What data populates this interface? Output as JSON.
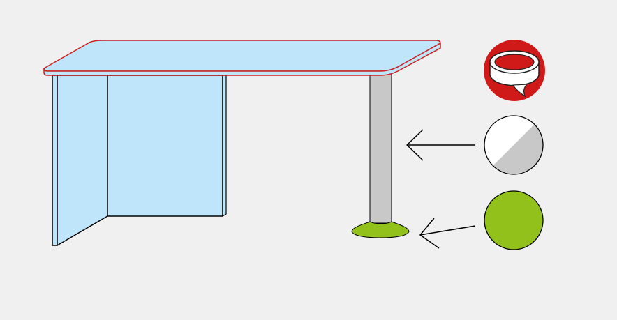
{
  "colors": {
    "background": "#f0f0f0",
    "panel_fill": "#bee5fa",
    "edge_band": "#cc1f1f",
    "leg_metal": "#c8c8c8",
    "foot_green": "#92c11c",
    "outline": "#000000",
    "icon_red": "#d01919",
    "icon_white": "#ffffff"
  },
  "diagram": {
    "subject": "desk",
    "parts": [
      {
        "id": "top",
        "material": "panel",
        "edge": "red-edge-band"
      },
      {
        "id": "side-panel",
        "material": "panel"
      },
      {
        "id": "modesty-panel",
        "material": "panel"
      },
      {
        "id": "leg",
        "material": "metal"
      },
      {
        "id": "foot",
        "material": "green"
      }
    ],
    "legend": [
      {
        "icon": "edge-band-icon",
        "color": "#d01919",
        "points_to": null
      },
      {
        "icon": "white-grey-finish-icon",
        "colors": [
          "#ffffff",
          "#c8c8c8"
        ],
        "points_to": "leg"
      },
      {
        "icon": "green-finish-icon",
        "color": "#92c11c",
        "points_to": "foot"
      }
    ]
  }
}
